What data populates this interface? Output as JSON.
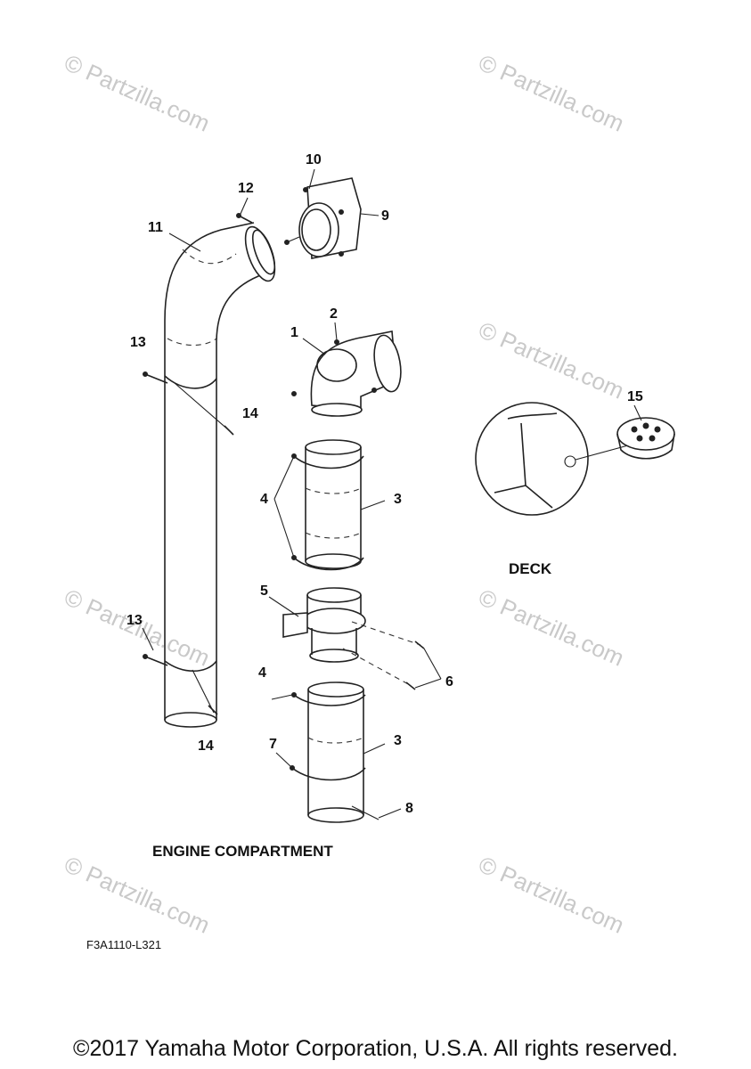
{
  "watermark": "© Partzilla.com",
  "callouts": [
    "1",
    "2",
    "3",
    "3",
    "4",
    "4",
    "5",
    "6",
    "7",
    "8",
    "9",
    "10",
    "11",
    "12",
    "13",
    "13",
    "14",
    "14",
    "15"
  ],
  "captions": {
    "deck": "DECK",
    "engine_compartment": "ENGINE COMPARTMENT"
  },
  "figure_ref": "F3A1110-L321",
  "copyright": "©2017 Yamaha Motor Corporation, U.S.A. All rights reserved."
}
